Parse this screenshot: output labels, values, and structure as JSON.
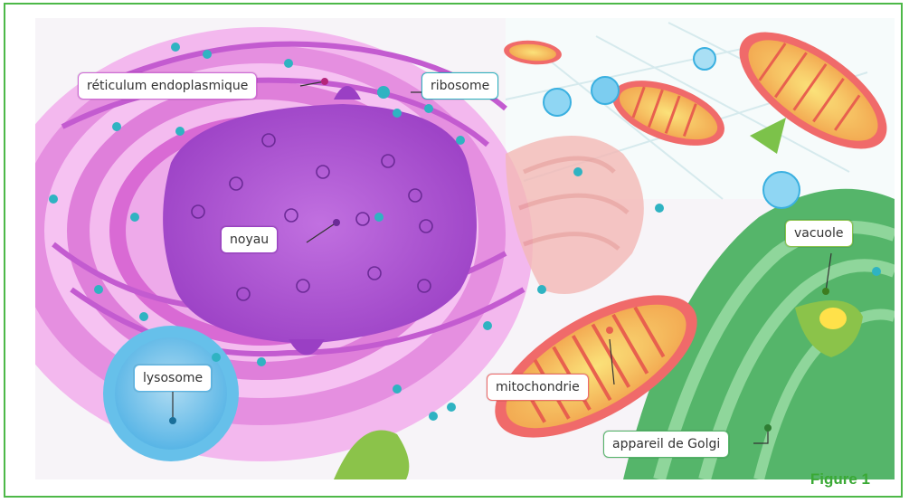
{
  "labels": {
    "reticulum": "réticulum endoplasmique",
    "ribosome": "ribosome",
    "noyau": "noyau",
    "vacuole": "vacuole",
    "lysosome": "lysosome",
    "mitochondrie": "mitochondrie",
    "golgi": "appareil de Golgi"
  },
  "caption": "Figure 1",
  "colors": {
    "frame": "#4db848",
    "caption": "#3aa935",
    "label_border_reticulum": "#d16ad8",
    "label_border_ribosome": "#2fb3c2",
    "label_border_vacuole": "#8bc34a"
  }
}
